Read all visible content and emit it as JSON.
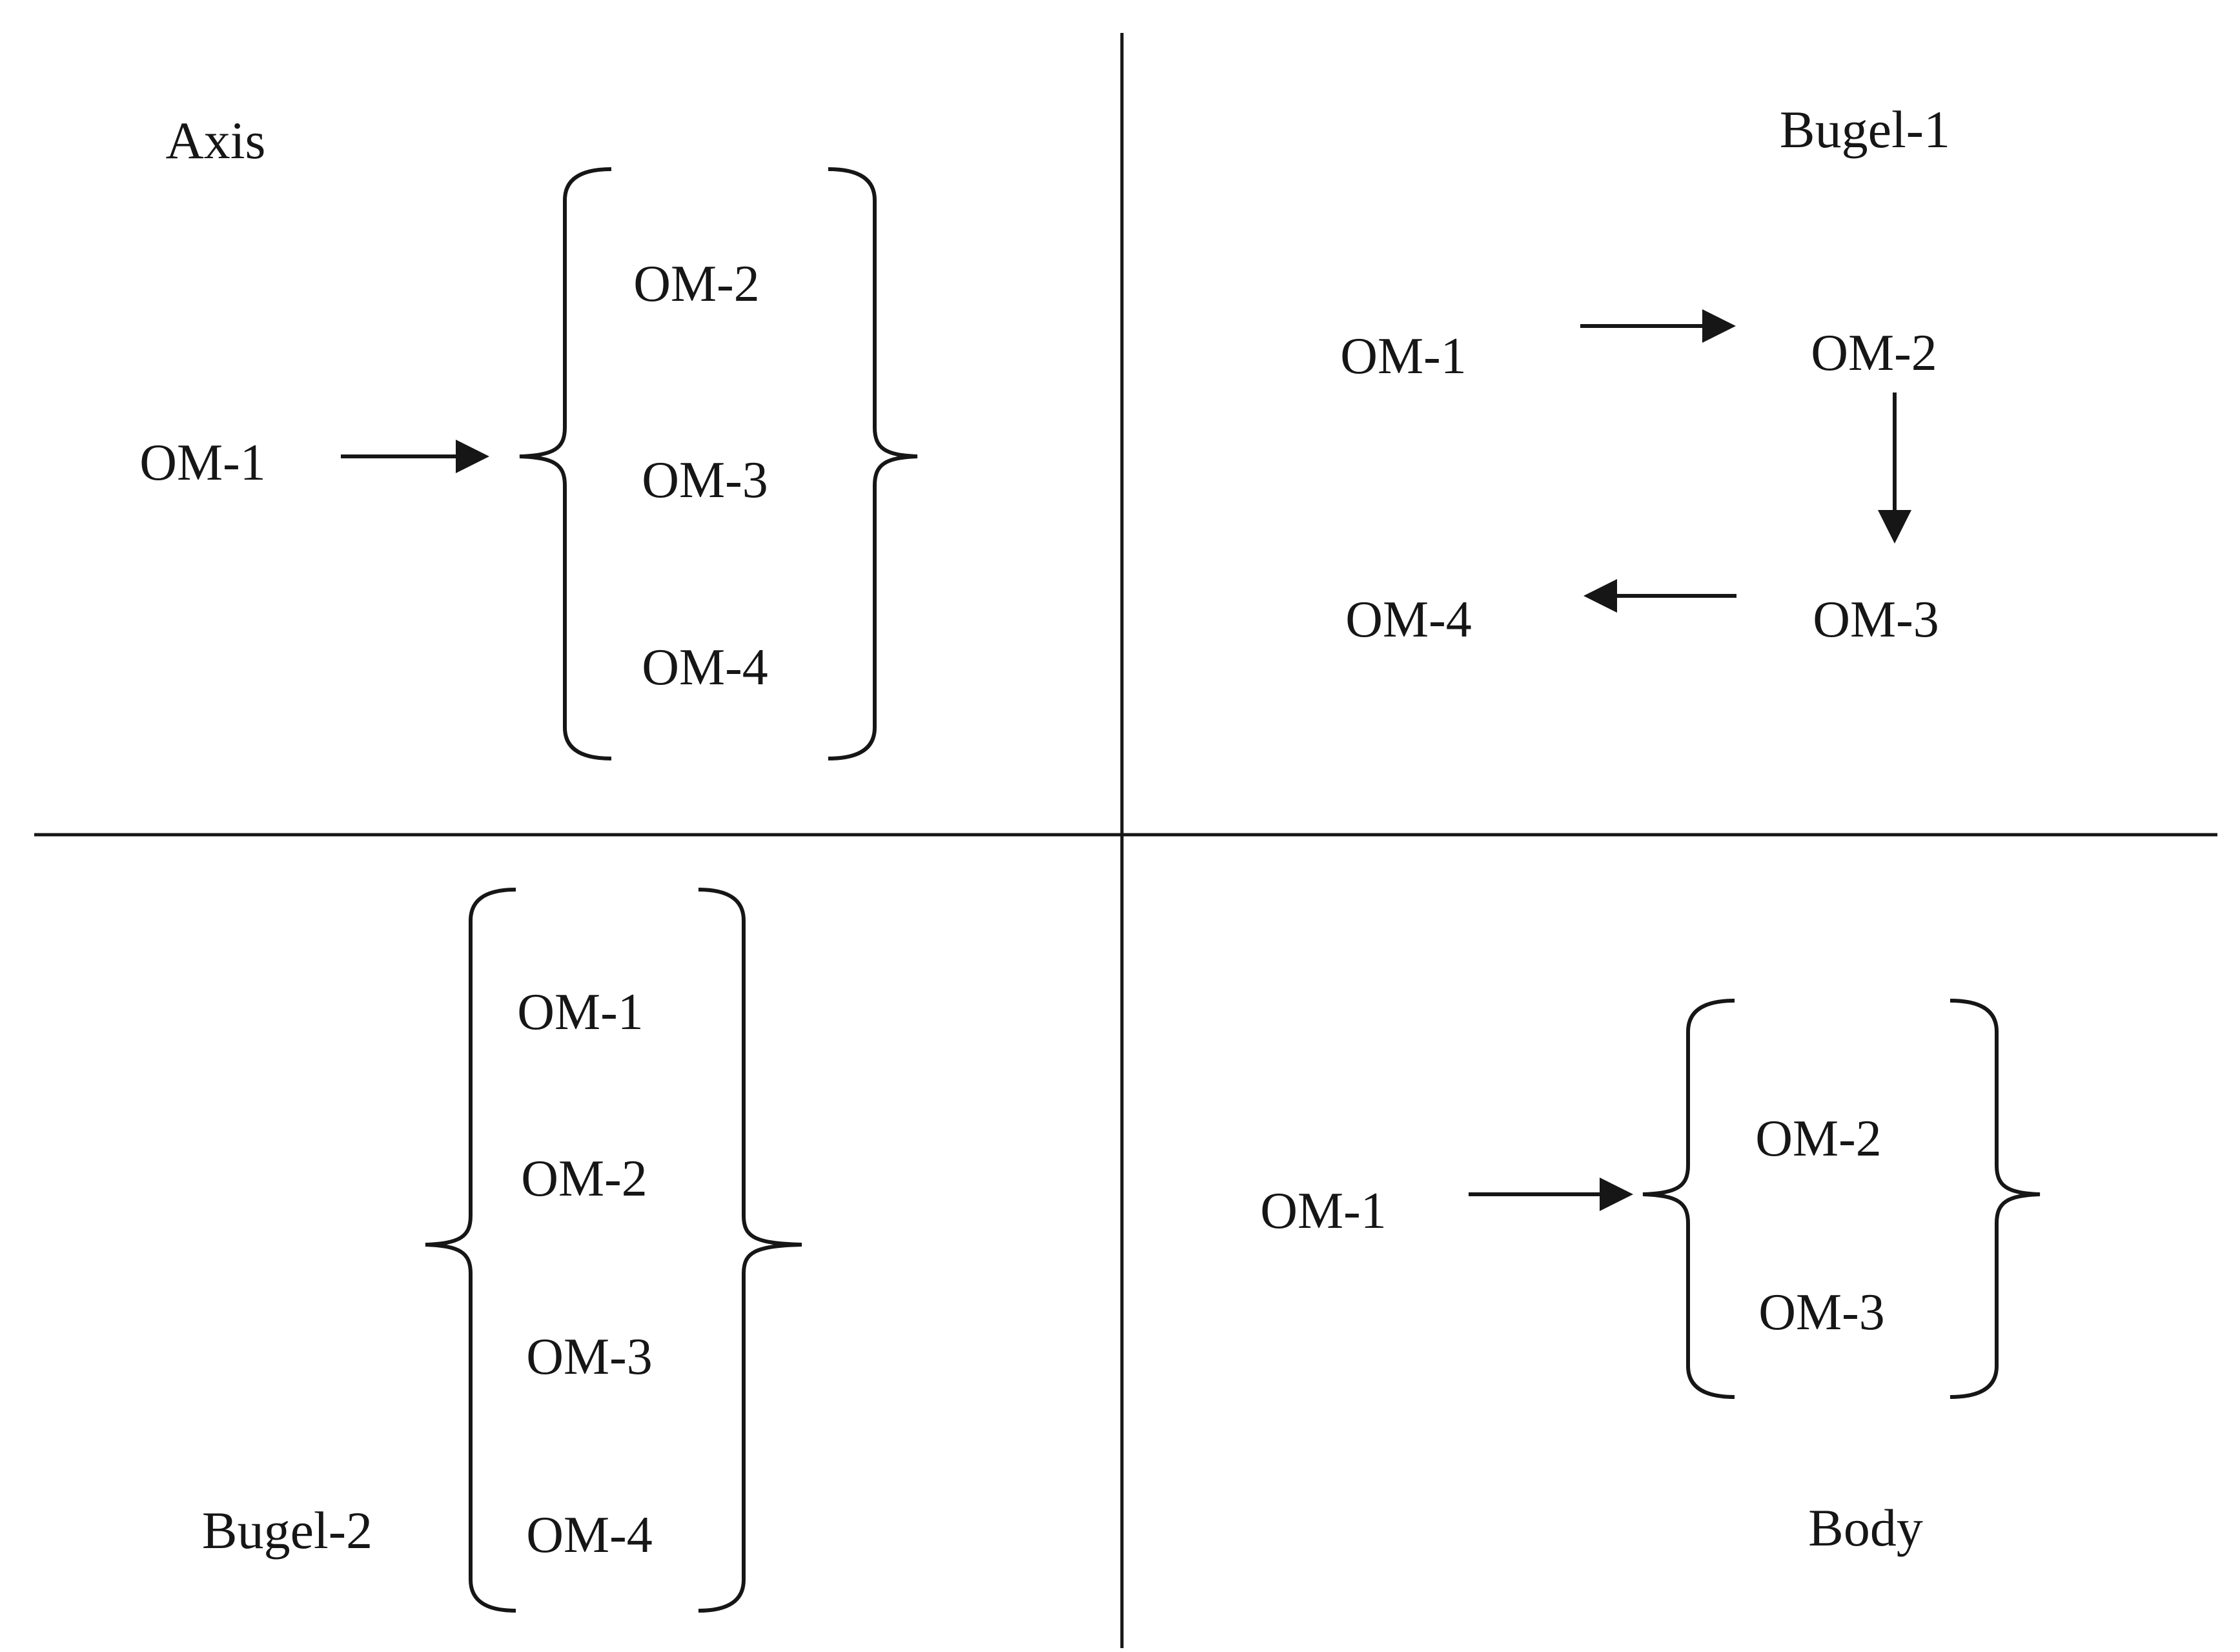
{
  "colors": {
    "ink": "#161616",
    "background": "#ffffff"
  },
  "quadrants": {
    "axis": {
      "title": "Axis",
      "source": "OM-1",
      "branches": [
        "OM-2",
        "OM-3",
        "OM-4"
      ]
    },
    "bugel1": {
      "title": "Bugel-1",
      "sequence": [
        "OM-1",
        "OM-2",
        "OM-3",
        "OM-4"
      ]
    },
    "bugel2": {
      "title": "Bugel-2",
      "members": [
        "OM-1",
        "OM-2",
        "OM-3",
        "OM-4"
      ]
    },
    "body": {
      "title": "Body",
      "source": "OM-1",
      "branches": [
        "OM-2",
        "OM-3"
      ]
    }
  }
}
